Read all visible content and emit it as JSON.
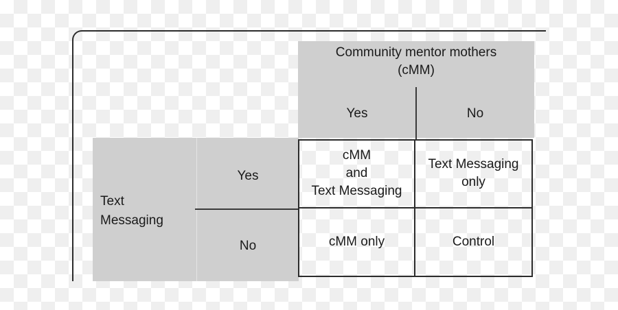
{
  "figure": {
    "type": "2x2-factorial-design-table",
    "colors": {
      "header_gray": "#cfcfcf",
      "line": "#2b2b2b",
      "text": "#1a1a1a",
      "background": "#ffffff"
    }
  },
  "column_header": {
    "title": "Community mentor mothers\n(cMM)",
    "levels": [
      {
        "label": "Yes"
      },
      {
        "label": "No"
      }
    ]
  },
  "row_header": {
    "title": "Text\nMessaging",
    "levels": [
      {
        "label": "Yes"
      },
      {
        "label": "No"
      }
    ]
  },
  "cells": [
    {
      "row": "Yes",
      "column": "Yes",
      "label": "cMM\nand\nText Messaging"
    },
    {
      "row": "Yes",
      "column": "No",
      "label": "Text Messaging\nonly"
    },
    {
      "row": "No",
      "column": "Yes",
      "label": "cMM only"
    },
    {
      "row": "No",
      "column": "No",
      "label": "Control"
    }
  ]
}
